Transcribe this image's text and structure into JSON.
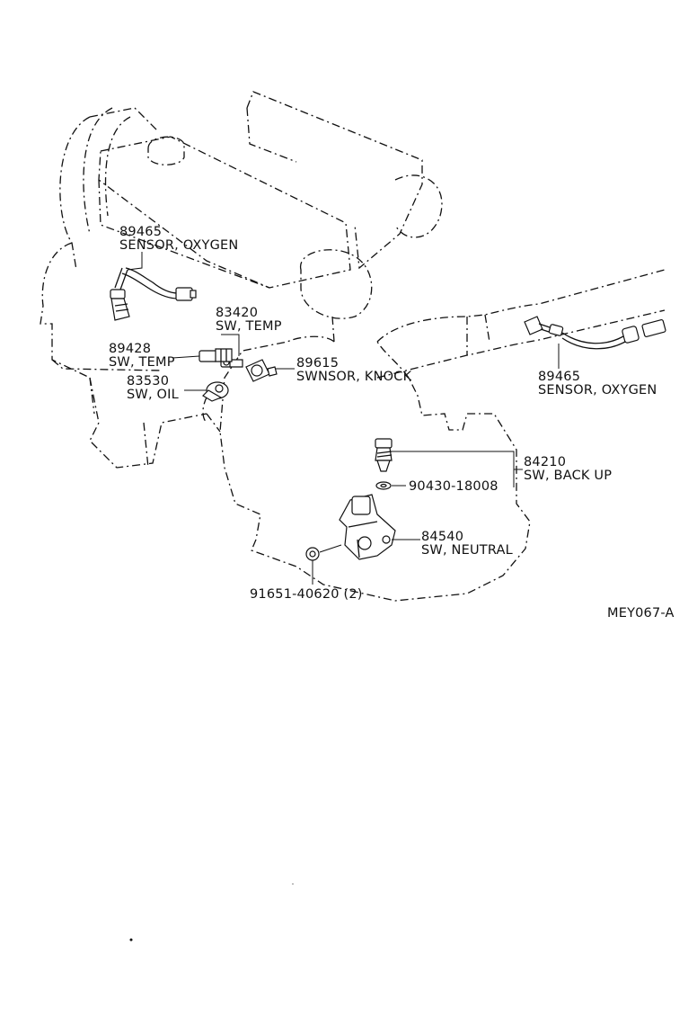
{
  "parts": {
    "oxygen_left": {
      "code": "89465",
      "name": "SENSOR, OXYGEN"
    },
    "temp_switch_upper": {
      "code": "83420",
      "name": "SW, TEMP"
    },
    "temp_switch_lower": {
      "code": "89428",
      "name": "SW, TEMP"
    },
    "knock_sensor": {
      "code": "89615",
      "name": "SWNSOR, KNOCK"
    },
    "oil_switch": {
      "code": "83530",
      "name": "SW, OIL"
    },
    "oxygen_right": {
      "code": "89465",
      "name": "SENSOR, OXYGEN"
    },
    "backup_switch": {
      "code": "84210",
      "name": "SW, BACK UP"
    },
    "gasket": {
      "code": "90430-18008"
    },
    "neutral_switch": {
      "code": "84540",
      "name": "SW, NEUTRAL"
    },
    "bolt": {
      "code": "91651-40620 (2)"
    }
  },
  "figure_id": "MEY067-A"
}
